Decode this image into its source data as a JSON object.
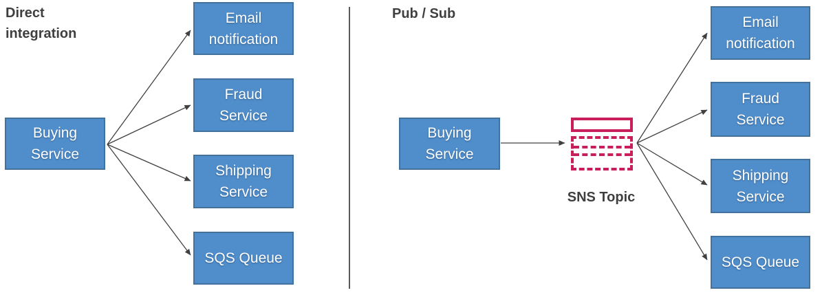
{
  "colors": {
    "node_fill": "#4f8dcb",
    "node_border": "#41719c",
    "sns_pink": "#c81e5c",
    "title_text": "#3f3f3f",
    "arrow": "#404040"
  },
  "left_panel": {
    "title": "Direct\nintegration",
    "source": "Buying\nService",
    "targets": [
      "Email\nnotification",
      "Fraud\nService",
      "Shipping\nService",
      "SQS Queue"
    ],
    "edges": [
      {
        "from": "Buying Service",
        "to": "Email notification"
      },
      {
        "from": "Buying Service",
        "to": "Fraud Service"
      },
      {
        "from": "Buying Service",
        "to": "Shipping Service"
      },
      {
        "from": "Buying Service",
        "to": "SQS Queue"
      }
    ]
  },
  "right_panel": {
    "title": "Pub / Sub",
    "source": "Buying\nService",
    "topic_label": "SNS Topic",
    "targets": [
      "Email\nnotification",
      "Fraud\nService",
      "Shipping\nService",
      "SQS Queue"
    ],
    "edges": [
      {
        "from": "Buying Service",
        "to": "SNS Topic"
      },
      {
        "from": "SNS Topic",
        "to": "Email notification"
      },
      {
        "from": "SNS Topic",
        "to": "Fraud Service"
      },
      {
        "from": "SNS Topic",
        "to": "Shipping Service"
      },
      {
        "from": "SNS Topic",
        "to": "SQS Queue"
      }
    ]
  }
}
